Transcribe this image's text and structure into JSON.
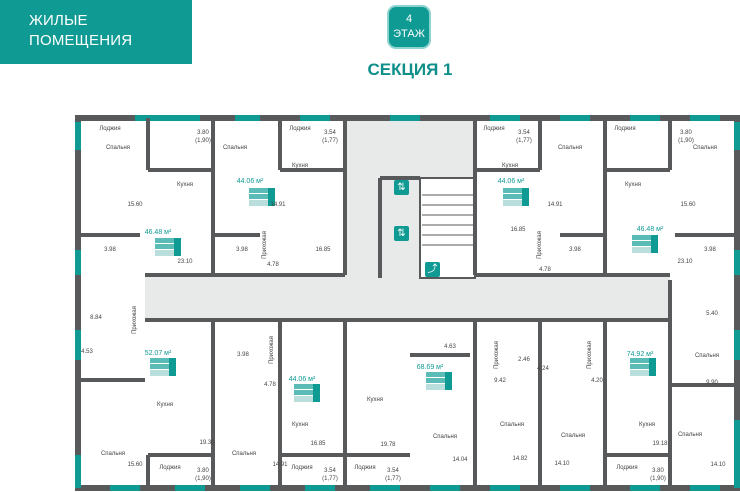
{
  "header": {
    "title_line1": "ЖИЛЫЕ",
    "title_line2": "ПОМЕЩЕНИЯ"
  },
  "floor": {
    "number": "4",
    "label": "ЭТАЖ"
  },
  "section": "СЕКЦИЯ 1",
  "colors": {
    "accent": "#0f9a94",
    "wall": "#58595b",
    "corridor": "#e8e9e9"
  },
  "icons": [
    "elevator-icon",
    "elevator-icon",
    "stairs-exit-icon"
  ],
  "labels": [
    "Лоджия",
    "3.80\n(1,90)",
    "Спальня",
    "Кухня",
    "15.60",
    "46.48 м²",
    "3.98",
    "23.10",
    "Лоджия",
    "3.54\n(1,77)",
    "Спальня",
    "Кухня",
    "44.06 м²",
    "14.91",
    "Прихожая",
    "4.78",
    "3.98",
    "16.85",
    "Лоджия",
    "3.54\n(1,77)",
    "Кухня",
    "44.06 м²",
    "16.85",
    "Спальня",
    "14.91",
    "Прихожая",
    "4.78",
    "3.98",
    "Лоджия",
    "3.80\n(1,90)",
    "Спальня",
    "Кухня",
    "15.60",
    "46.48 м²",
    "3.98",
    "23.10",
    "8.84",
    "Прихожая",
    "4.53",
    "52.07 м²",
    "Кухня",
    "19.30",
    "Спальня",
    "15.60",
    "Лоджия",
    "3.80\n(1,90)",
    "3.98",
    "Прихожая",
    "4.78",
    "44.06 м²",
    "Кухня",
    "16.85",
    "Спальня",
    "14.91",
    "Лоджия",
    "3.54\n(1,77)",
    "4.63",
    "68.69 м²",
    "Кухня",
    "19.78",
    "Спальня",
    "14.04",
    "Лоджия",
    "3.54\n(1,77)",
    "Прихожая",
    "2.46",
    "9.42",
    "Спальня",
    "14.82",
    "Прихожая",
    "4.24",
    "4.20",
    "Спальня",
    "14.10",
    "74.92 м²",
    "5.40",
    "Спальня",
    "9.90",
    "Кухня",
    "19.18",
    "Спальня",
    "14.10",
    "Лоджия",
    "3.80\n(1,90)"
  ]
}
